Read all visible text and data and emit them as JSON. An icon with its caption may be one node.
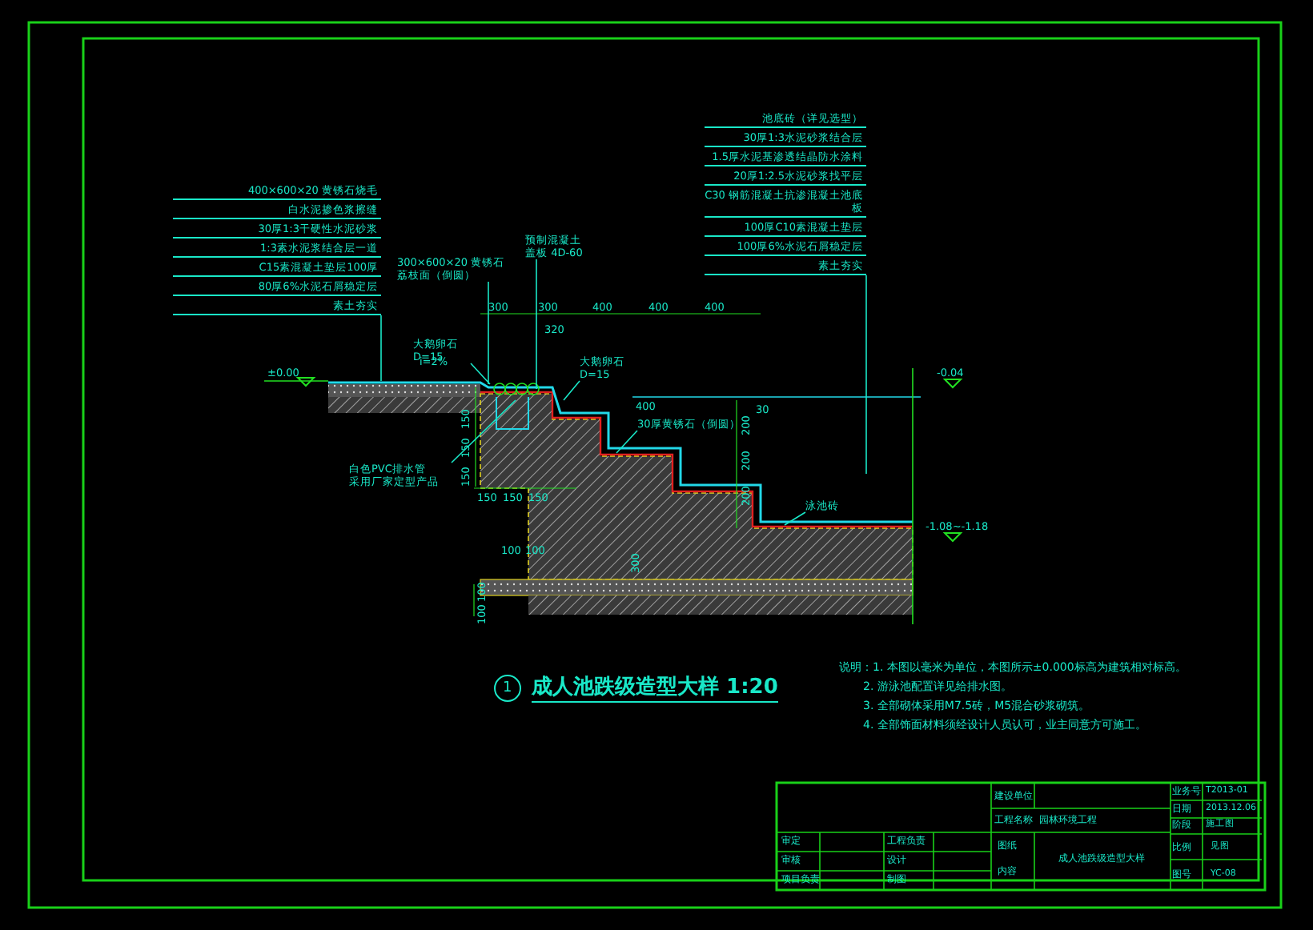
{
  "diagram": {
    "title": "成人池跌级造型大样 1:20",
    "nodes": [
      {
        "text": [
          "400×600×20 黄锈石烧毛",
          "白水泥掺色浆擦缝",
          "30厚1:3干硬性水泥砂浆",
          "1:3素水泥浆结合层一道",
          "C15素混凝土垫层100厚",
          "80厚6%水泥石屑稳定层",
          "素土夯实"
        ]
      },
      {
        "text": [
          "池底砖（详见选型）",
          "30厚1:3水泥砂浆结合层",
          "1.5厚水泥基渗透结晶防水涂料",
          "20厚1:2.5水泥砂浆找平层",
          "C30 钢筋混凝土抗渗混凝土池底板",
          "100厚C10素混凝土垫层",
          "100厚6%水泥石屑稳定层",
          "素土夯实"
        ]
      },
      {
        "text": [
          "300×600×20 黄锈石",
          "荔枝面（倒圆）"
        ]
      },
      {
        "text": [
          "预制混凝土",
          "盖板 4D-60"
        ]
      },
      {
        "text": [
          "大鹅卵石",
          "D=15"
        ]
      },
      {
        "text": [
          "大鹅卵石",
          "D=15"
        ]
      },
      {
        "text": [
          "白色PVC排水管",
          "采用厂家定型产品"
        ]
      },
      {
        "text": [
          "30厚黄锈石（倒圆）"
        ]
      },
      {
        "text": [
          "泳池砖"
        ]
      }
    ],
    "edges": [
      {
        "from": 0,
        "to": null,
        "arrow": "none"
      },
      {
        "from": 1,
        "to": null,
        "arrow": "none"
      },
      {
        "from": 2,
        "to": null,
        "arrow": "none"
      },
      {
        "from": 3,
        "to": null,
        "arrow": "none"
      },
      {
        "from": 4,
        "to": null,
        "arrow": "none"
      },
      {
        "from": 5,
        "to": null,
        "arrow": "none"
      },
      {
        "from": 6,
        "to": null,
        "arrow": "none"
      },
      {
        "from": 7,
        "to": null,
        "arrow": "none"
      },
      {
        "from": 8,
        "to": null,
        "arrow": "none"
      }
    ],
    "labels": [
      "±0.00",
      "i=2%",
      "-0.04",
      "-1.08~-1.18",
      "300",
      "300",
      "400",
      "400",
      "400",
      "320",
      "400",
      "150",
      "150",
      "150",
      "150",
      "150",
      "150",
      "100",
      "100",
      "100",
      "100",
      "200",
      "200",
      "200",
      "30",
      "300",
      "1",
      "说明：1. 本图以毫米为单位，本图所示±0.000标高为建筑相对标高。",
      "2. 游泳池配置详见给排水图。",
      "3. 全部砌体采用M7.5砖，M5混合砂浆砌筑。",
      "4. 全部饰面材料须经设计人员认可，业主同意方可施工。",
      "建设单位",
      "工程名称",
      "园林环境工程",
      "审定",
      "审核",
      "项目负责",
      "工程负责",
      "设计",
      "制图",
      "图纸",
      "内容",
      "成人池跌级造型大样",
      "业务号",
      "T2013-01",
      "日期",
      "2013.12.06",
      "阶段",
      "施工图",
      "比例",
      "见图",
      "图号",
      "YC-08"
    ]
  }
}
